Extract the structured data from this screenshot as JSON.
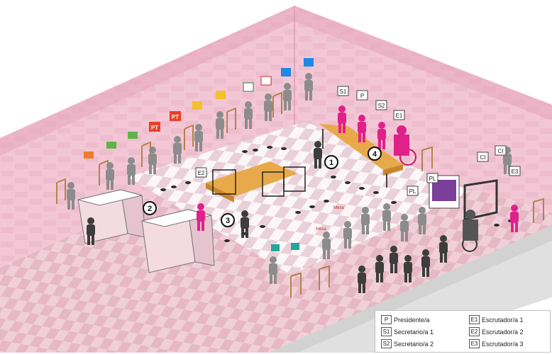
{
  "roles": {
    "president": "P",
    "secretary_1": "S1",
    "secretary_2": "S2",
    "scrutineer_1": "E1",
    "scrutineer_2": "E2",
    "scrutineer_3": "E3",
    "party_rep": "PL",
    "observer": "CI"
  },
  "stations": [
    "1",
    "2",
    "3",
    "4"
  ],
  "floor_labels": [
    "Mesa",
    "Mesa"
  ],
  "party_badges": [
    {
      "name": "pt-logo",
      "text": "PT",
      "color": "#e8402a"
    },
    {
      "name": "pt-logo",
      "text": "PT",
      "color": "#e8402a"
    }
  ],
  "legend": {
    "items": [
      {
        "code": "P",
        "label": "Presidente/a"
      },
      {
        "code": "E1",
        "label": "Escrutador/a 1"
      },
      {
        "code": "S1",
        "label": "Secretario/a 1"
      },
      {
        "code": "E2",
        "label": "Escrutador/a 2"
      },
      {
        "code": "S2",
        "label": "Secretario/a 2"
      },
      {
        "code": "E3",
        "label": "Escrutador/a 3"
      }
    ]
  },
  "colors": {
    "wall": "#f2c2d2",
    "wall_dark": "#e7a7bd",
    "floor_light": "#fbf7f8",
    "floor_dark": "#e9c9d3",
    "official": "#e0218a",
    "voter": "#8c8c8c",
    "voter_dark": "#3d3d3d",
    "table": "#e8a94a",
    "sidewalk": "#d2d2d2"
  }
}
